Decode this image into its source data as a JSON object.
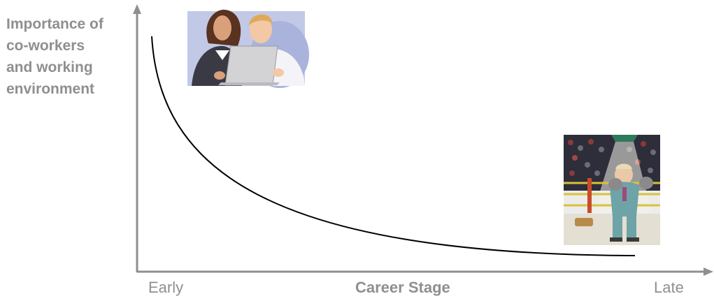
{
  "y_axis_label_lines": [
    "Importance of",
    "co-workers",
    "and working",
    "environment"
  ],
  "x_axis": {
    "title": "Career Stage",
    "start_label": "Early",
    "end_label": "Late"
  },
  "curve": {
    "trend": "decreasing",
    "color": "#000000"
  },
  "colors": {
    "axis": "#8f8f8f",
    "text": "#8f8f8f"
  },
  "illustrations": [
    {
      "name": "coworkers-at-laptop-clipart",
      "position": "top-left"
    },
    {
      "name": "boxer-in-ring-clipart",
      "position": "bottom-right"
    }
  ]
}
